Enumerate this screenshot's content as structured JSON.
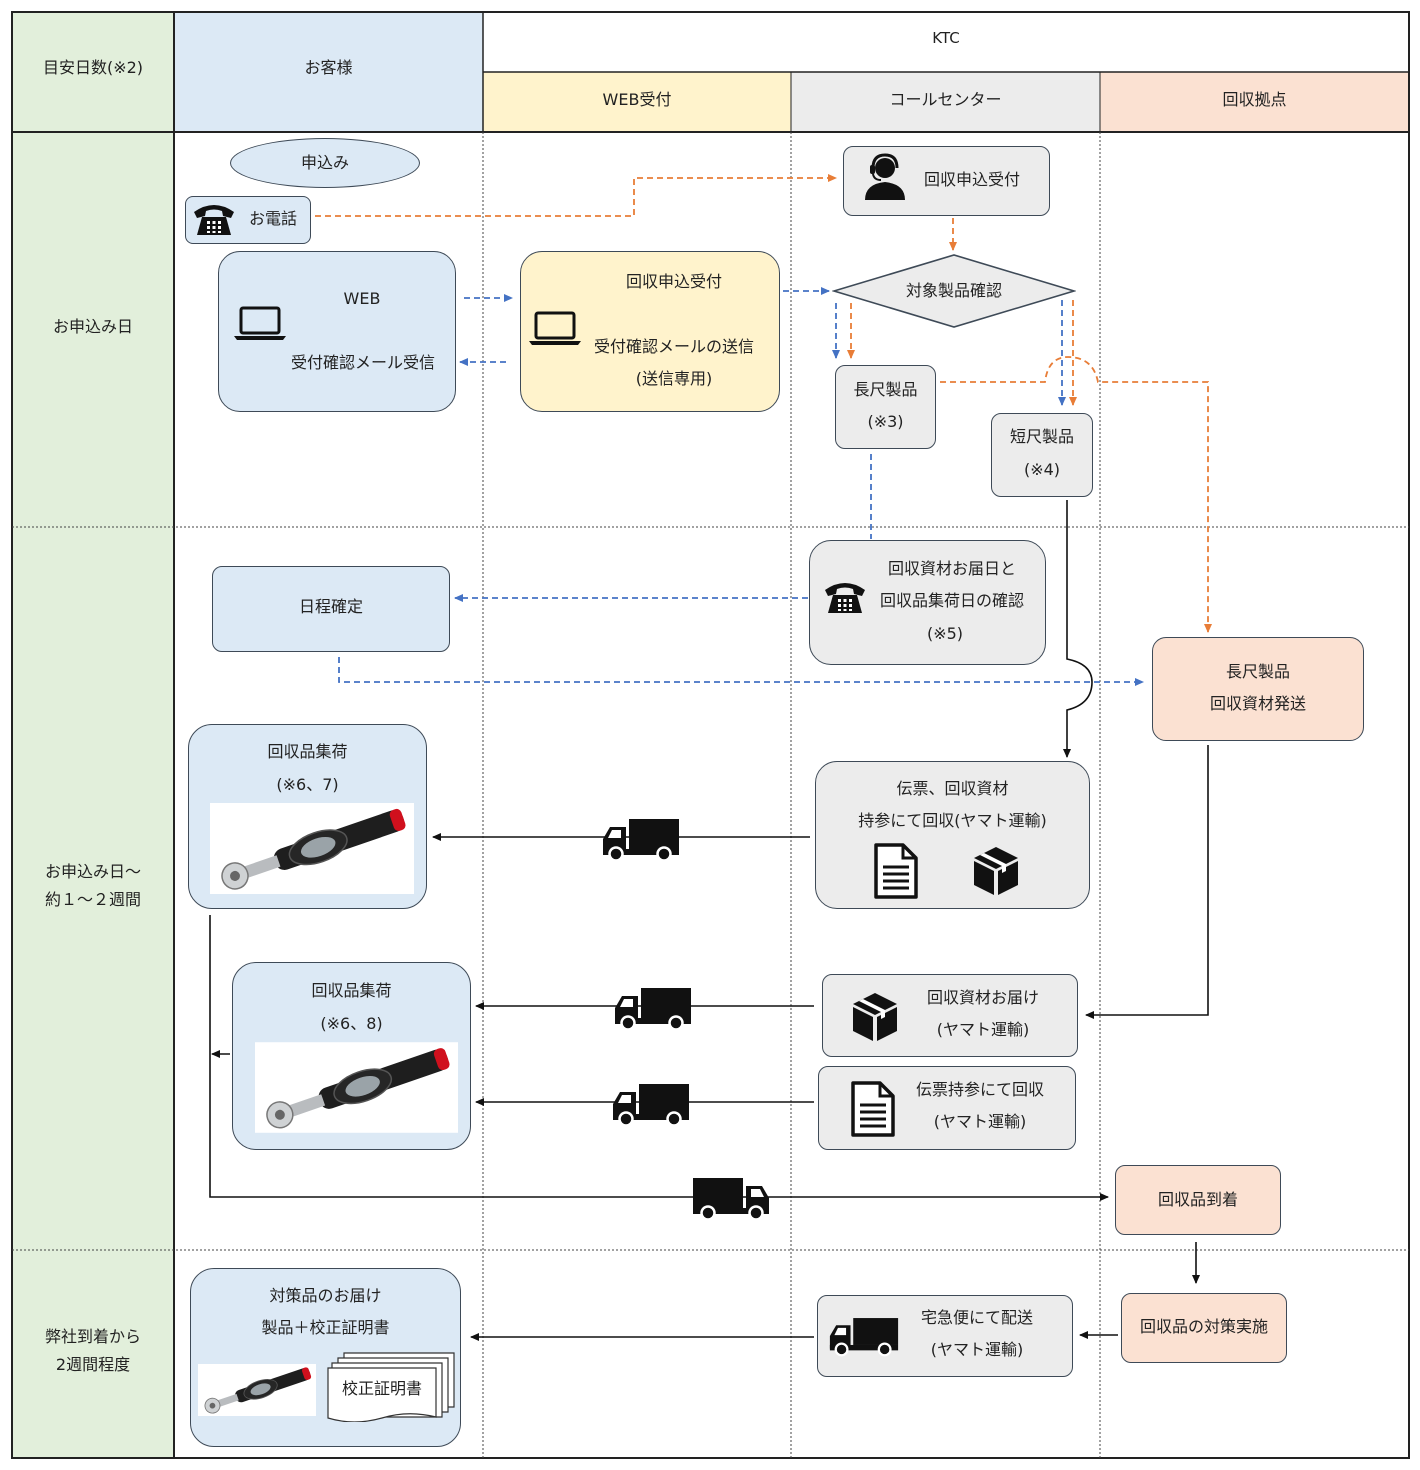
{
  "header": {
    "days_label": "目安日数(※2)",
    "customer": "お客様",
    "ktc": "KTC",
    "web_reception": "WEB受付",
    "call_center": "コールセンター",
    "collection_base": "回収拠点"
  },
  "rows": {
    "application_day": "お申込み日",
    "period1": "お申込み日～",
    "period2": "約１～２週間",
    "after1": "弊社到着から",
    "after2": "2週間程度"
  },
  "nodes": {
    "apply": "申込み",
    "phone": "お電話",
    "web": "WEB",
    "web_mail": "受付確認メール受信",
    "web_recv_title": "回収申込受付",
    "web_recv_mail": "受付確認メールの送信",
    "web_recv_note": "(送信専用)",
    "call_recv": "回収申込受付",
    "check": "対象製品確認",
    "long1": "長尺製品",
    "long2": "(※3)",
    "short1": "短尺製品",
    "short2": "(※4)",
    "confirm1": "回収資材お届日と",
    "confirm2": "回収品集荷日の確認",
    "confirm3": "(※5)",
    "schedule": "日程確定",
    "long_ship1": "長尺製品",
    "long_ship2": "回収資材発送",
    "pickup_a1": "回収品集荷",
    "pickup_a2": "(※6、7)",
    "slip_mat1": "伝票、回収資材",
    "slip_mat2": "持参にて回収(ヤマト運輸)",
    "pickup_b1": "回収品集荷",
    "pickup_b2": "(※6、8)",
    "mat_deliv1": "回収資材お届け",
    "mat_deliv2": "(ヤマト運輸)",
    "slip1": "伝票持参にて回収",
    "slip2": "(ヤマト運輸)",
    "arrival": "回収品到着",
    "deliver1": "対策品のお届け",
    "deliver2": "製品＋校正証明書",
    "cert": "校正証明書",
    "courier1": "宅急便にて配送",
    "courier2": "(ヤマト運輸)",
    "action": "回収品の対策実施"
  },
  "colors": {
    "orange": "#e87d37",
    "blue": "#4472c4",
    "green_col": "#e2efdb",
    "blue_col": "#dce9f5"
  }
}
